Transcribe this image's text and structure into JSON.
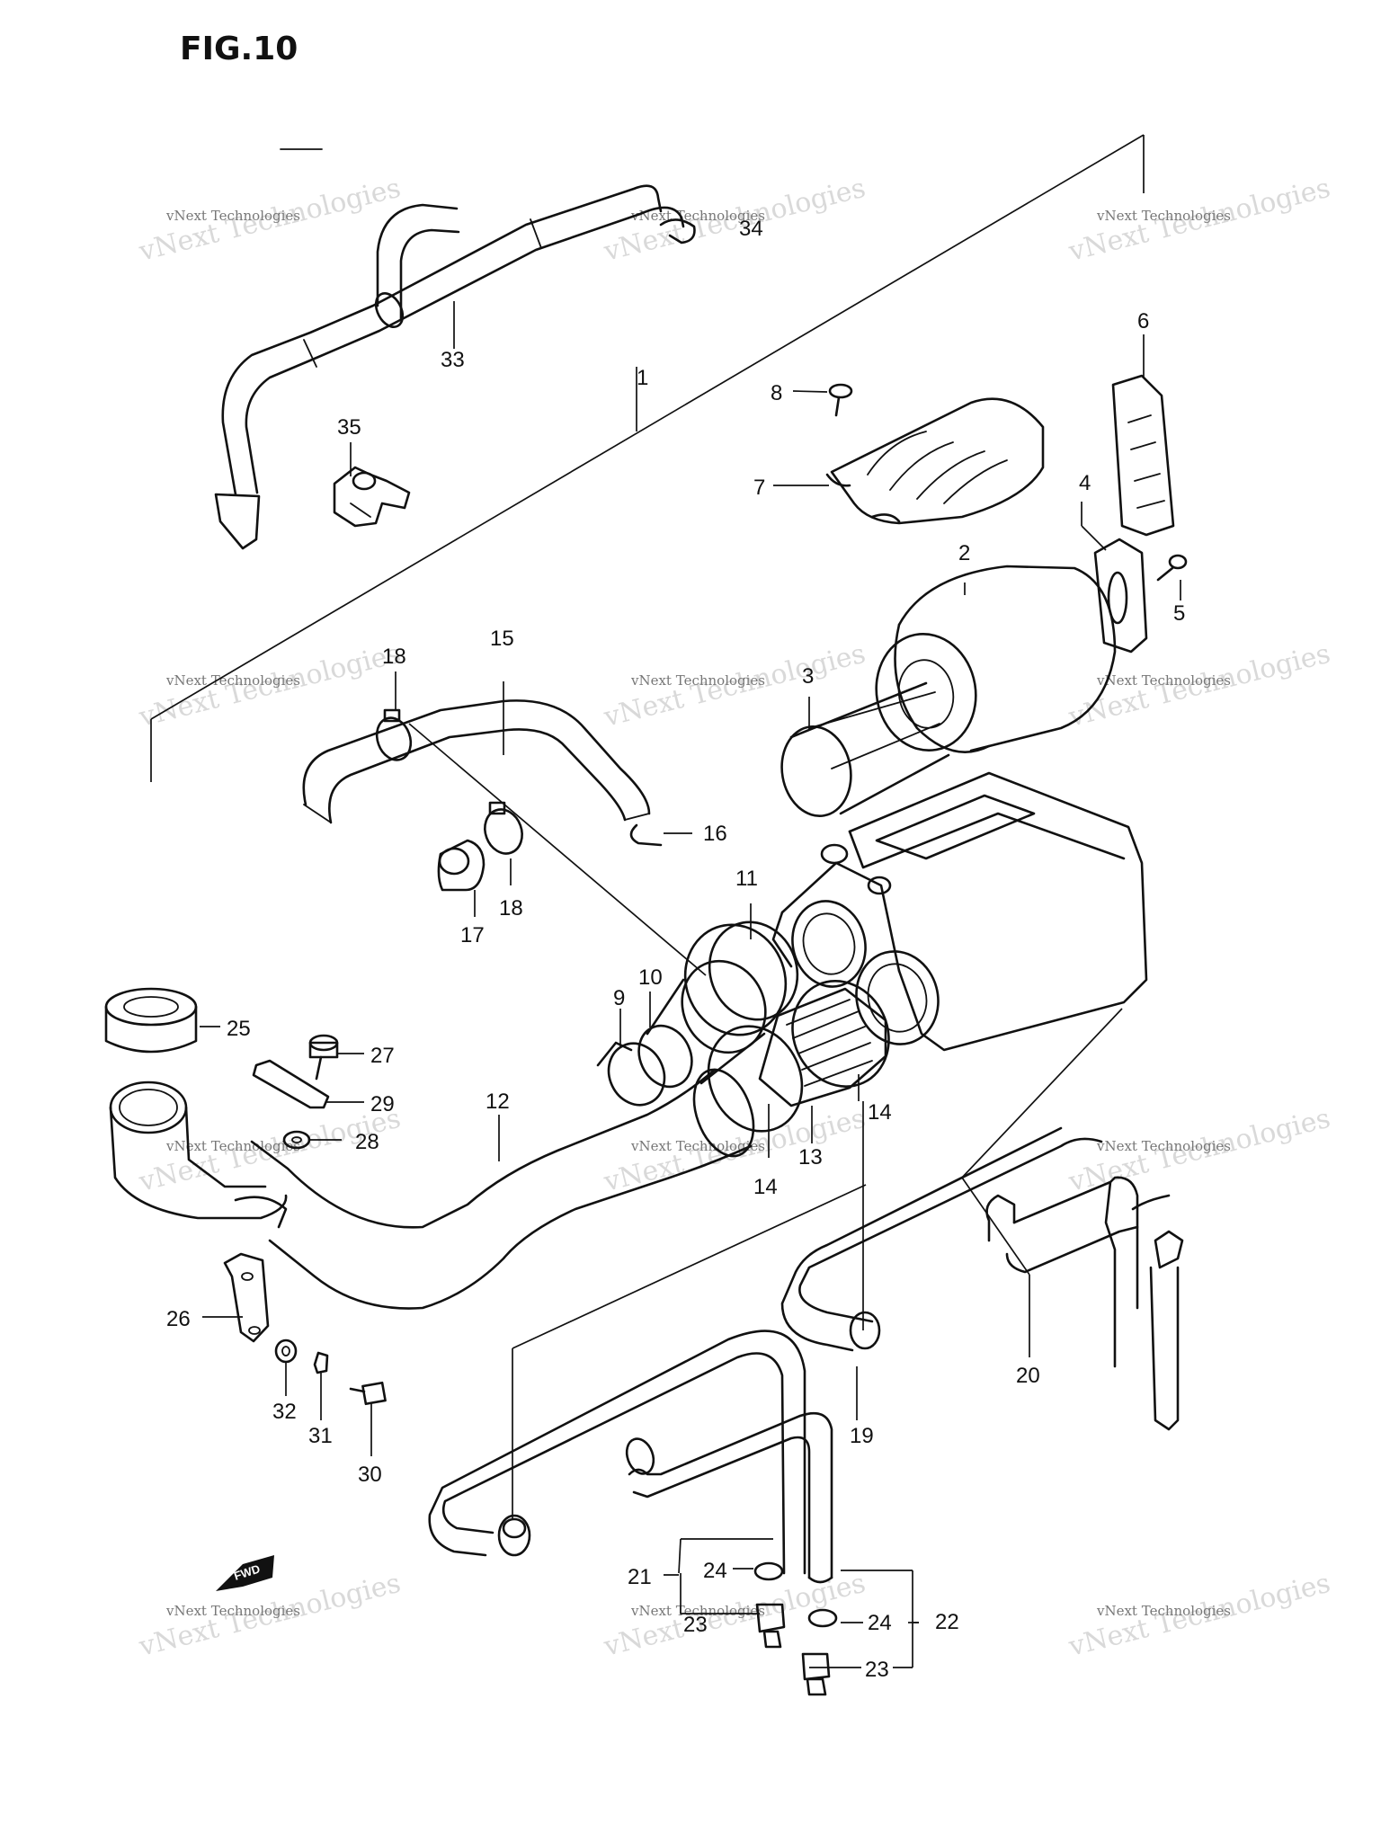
{
  "figure": {
    "title": "FIG.10"
  },
  "watermark": {
    "line1": "vNext Technologies",
    "line2": "vNext Technologies"
  },
  "fwd_marker": {
    "label": "FWD"
  },
  "callouts": {
    "c1": "1",
    "c2": "2",
    "c3": "3",
    "c4": "4",
    "c5": "5",
    "c6": "6",
    "c7": "7",
    "c8": "8",
    "c9": "9",
    "c10": "10",
    "c11": "11",
    "c12": "12",
    "c13": "13",
    "c14a": "14",
    "c14b": "14",
    "c15": "15",
    "c16": "16",
    "c17": "17",
    "c18a": "18",
    "c18b": "18",
    "c19": "19",
    "c20": "20",
    "c21": "21",
    "c22": "22",
    "c23a": "23",
    "c23b": "23",
    "c24a": "24",
    "c24b": "24",
    "c25": "25",
    "c26": "26",
    "c27": "27",
    "c28": "28",
    "c29": "29",
    "c30": "30",
    "c31": "31",
    "c32": "32",
    "c33": "33",
    "c34": "34",
    "c35": "35"
  }
}
